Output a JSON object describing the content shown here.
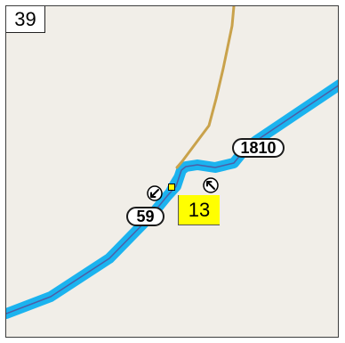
{
  "map": {
    "number": "39",
    "colors": {
      "background": "#f1eee8",
      "road_casing": "#1bb3ef",
      "road_center": "#4d5ea6",
      "trail": "#c9a24b"
    },
    "shields": [
      {
        "route": "1810"
      },
      {
        "route": "59"
      }
    ],
    "label": "13"
  }
}
